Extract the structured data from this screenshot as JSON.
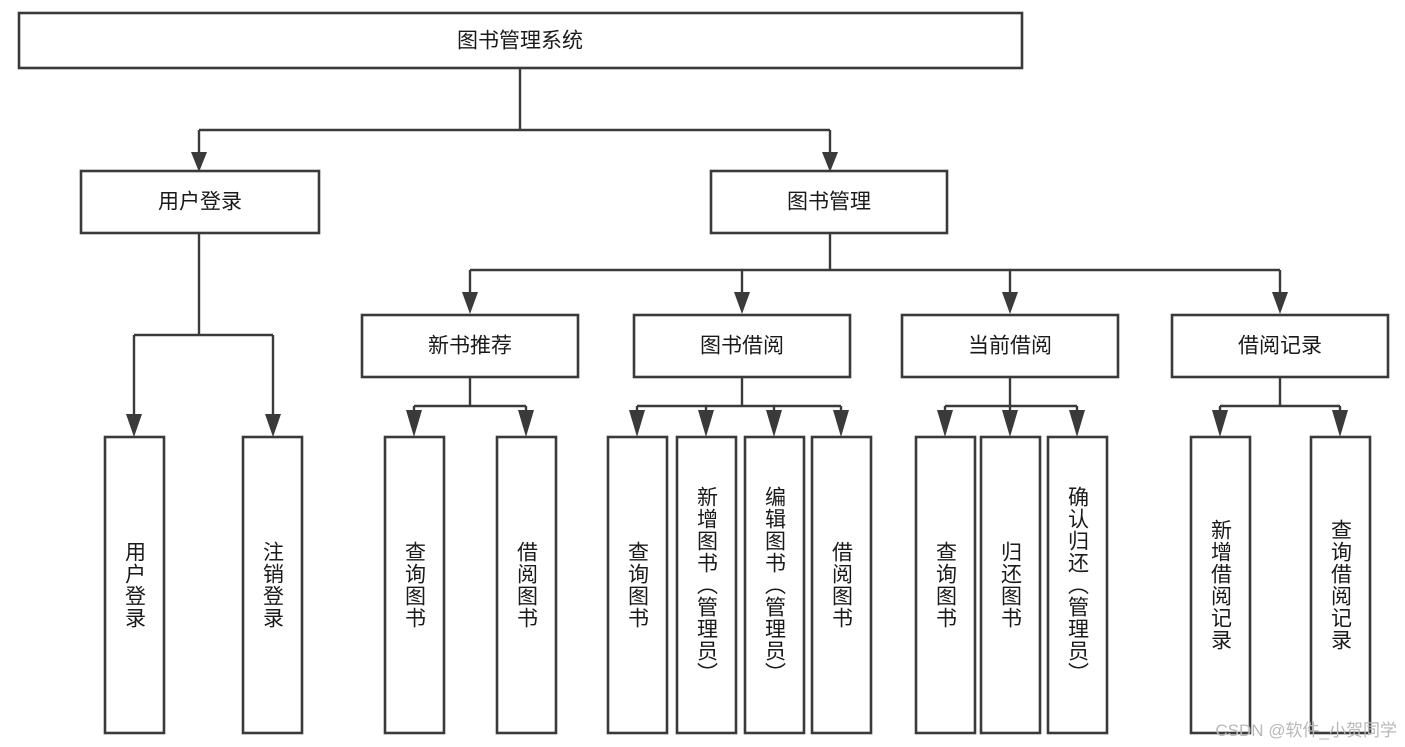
{
  "diagram": {
    "type": "tree-hierarchy-flowchart",
    "title": "图书管理系统",
    "root": {
      "label": "图书管理系统"
    },
    "level1": [
      {
        "label": "用户登录"
      },
      {
        "label": "图书管理"
      }
    ],
    "level2": [
      {
        "label": "新书推荐"
      },
      {
        "label": "图书借阅"
      },
      {
        "label": "当前借阅"
      },
      {
        "label": "借阅记录"
      }
    ],
    "leaves": {
      "user_login": [
        {
          "label": "用户登录"
        },
        {
          "label": "注销登录"
        }
      ],
      "new_book_recommend": [
        {
          "label": "查询图书"
        },
        {
          "label": "借阅图书"
        }
      ],
      "book_borrow": [
        {
          "label": "查询图书"
        },
        {
          "label": "新增图书（管理员）"
        },
        {
          "label": "编辑图书（管理员）"
        },
        {
          "label": "借阅图书"
        }
      ],
      "current_borrow": [
        {
          "label": "查询图书"
        },
        {
          "label": "归还图书"
        },
        {
          "label": "确认归还（管理员）"
        }
      ],
      "borrow_record": [
        {
          "label": "新增借阅记录"
        },
        {
          "label": "查询借阅记录"
        }
      ]
    }
  },
  "watermark": {
    "text": "CSDN @软件_小贺同学"
  },
  "colors": {
    "stroke": "#3a3a3a",
    "text": "#1a1a1a",
    "background": "#ffffff",
    "watermark": "#b8b8b8"
  }
}
